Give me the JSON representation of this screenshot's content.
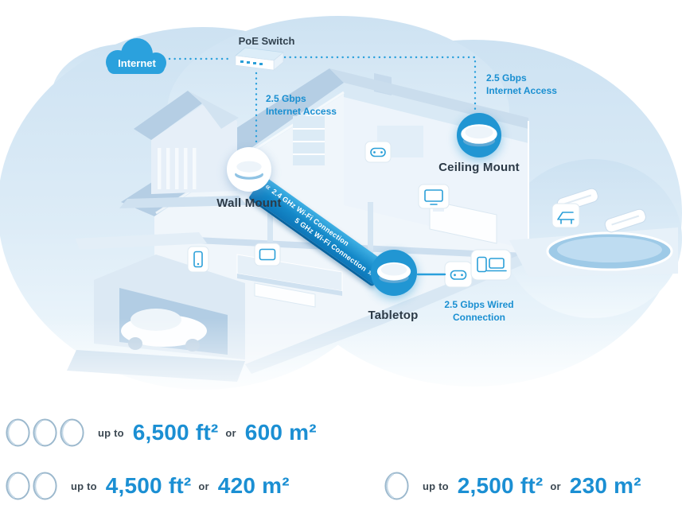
{
  "colors": {
    "accent_blue": "#1b8fd3",
    "connection_blue": "#2aa0dc",
    "label_dark": "#2c3a47",
    "ribbon_gradient_start": "#3fb0e4",
    "ribbon_gradient_end": "#0e76b8",
    "cloud_fill": "#2ba1dd"
  },
  "scene": {
    "internet_label": "Internet",
    "poe_switch_label": "PoE Switch",
    "wall_access_label": "2.5 Gbps\nInternet Access",
    "ceiling_access_label": "2.5 Gbps\nInternet Access",
    "wall_mount_label": "Wall Mount",
    "ceiling_mount_label": "Ceiling Mount",
    "tabletop_label": "Tabletop",
    "wired_label": "2.5 Gbps Wired\nConnection",
    "ribbon": {
      "chevron_left": "«",
      "line1": "2.4 GHz Wi-Fi Connection",
      "line2": "5 GHz Wi-Fi Connection",
      "chevron_right": "»"
    }
  },
  "coverage": [
    {
      "units": 3,
      "prefix": "up to",
      "imperial": "6,500 ft²",
      "conjunction": "or",
      "metric": "600 m²"
    },
    {
      "units": 2,
      "prefix": "up to",
      "imperial": "4,500 ft²",
      "conjunction": "or",
      "metric": "420 m²"
    },
    {
      "units": 1,
      "prefix": "up to",
      "imperial": "2,500 ft²",
      "conjunction": "or",
      "metric": "230 m²"
    }
  ]
}
